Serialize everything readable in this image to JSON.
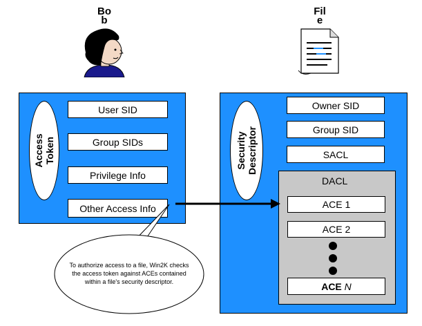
{
  "actors": {
    "user_name": "Bo\nb",
    "file_name": "Fil\ne"
  },
  "access_token": {
    "label": "Access\nToken",
    "fields": [
      "User SID",
      "Group SIDs",
      "Privilege Info",
      "Other Access Info"
    ]
  },
  "security_descriptor": {
    "label": "Security\nDescriptor",
    "fields": [
      "Owner SID",
      "Group SID",
      "SACL"
    ],
    "dacl": {
      "title": "DACL",
      "aces": [
        "ACE 1",
        "ACE 2"
      ],
      "last_ace_prefix": "ACE ",
      "last_ace_var": "N"
    }
  },
  "callout": {
    "text": "To authorize access to a file, Win2K checks\nthe access token against ACEs contained\nwithin a file's security descriptor."
  },
  "colors": {
    "panel_fill": "#1e90ff",
    "dacl_fill": "#c8c8c8",
    "field_fill": "#ffffff",
    "line": "#000000"
  },
  "icons": [
    "user-head-icon",
    "document-icon",
    "arrow-right-icon"
  ]
}
